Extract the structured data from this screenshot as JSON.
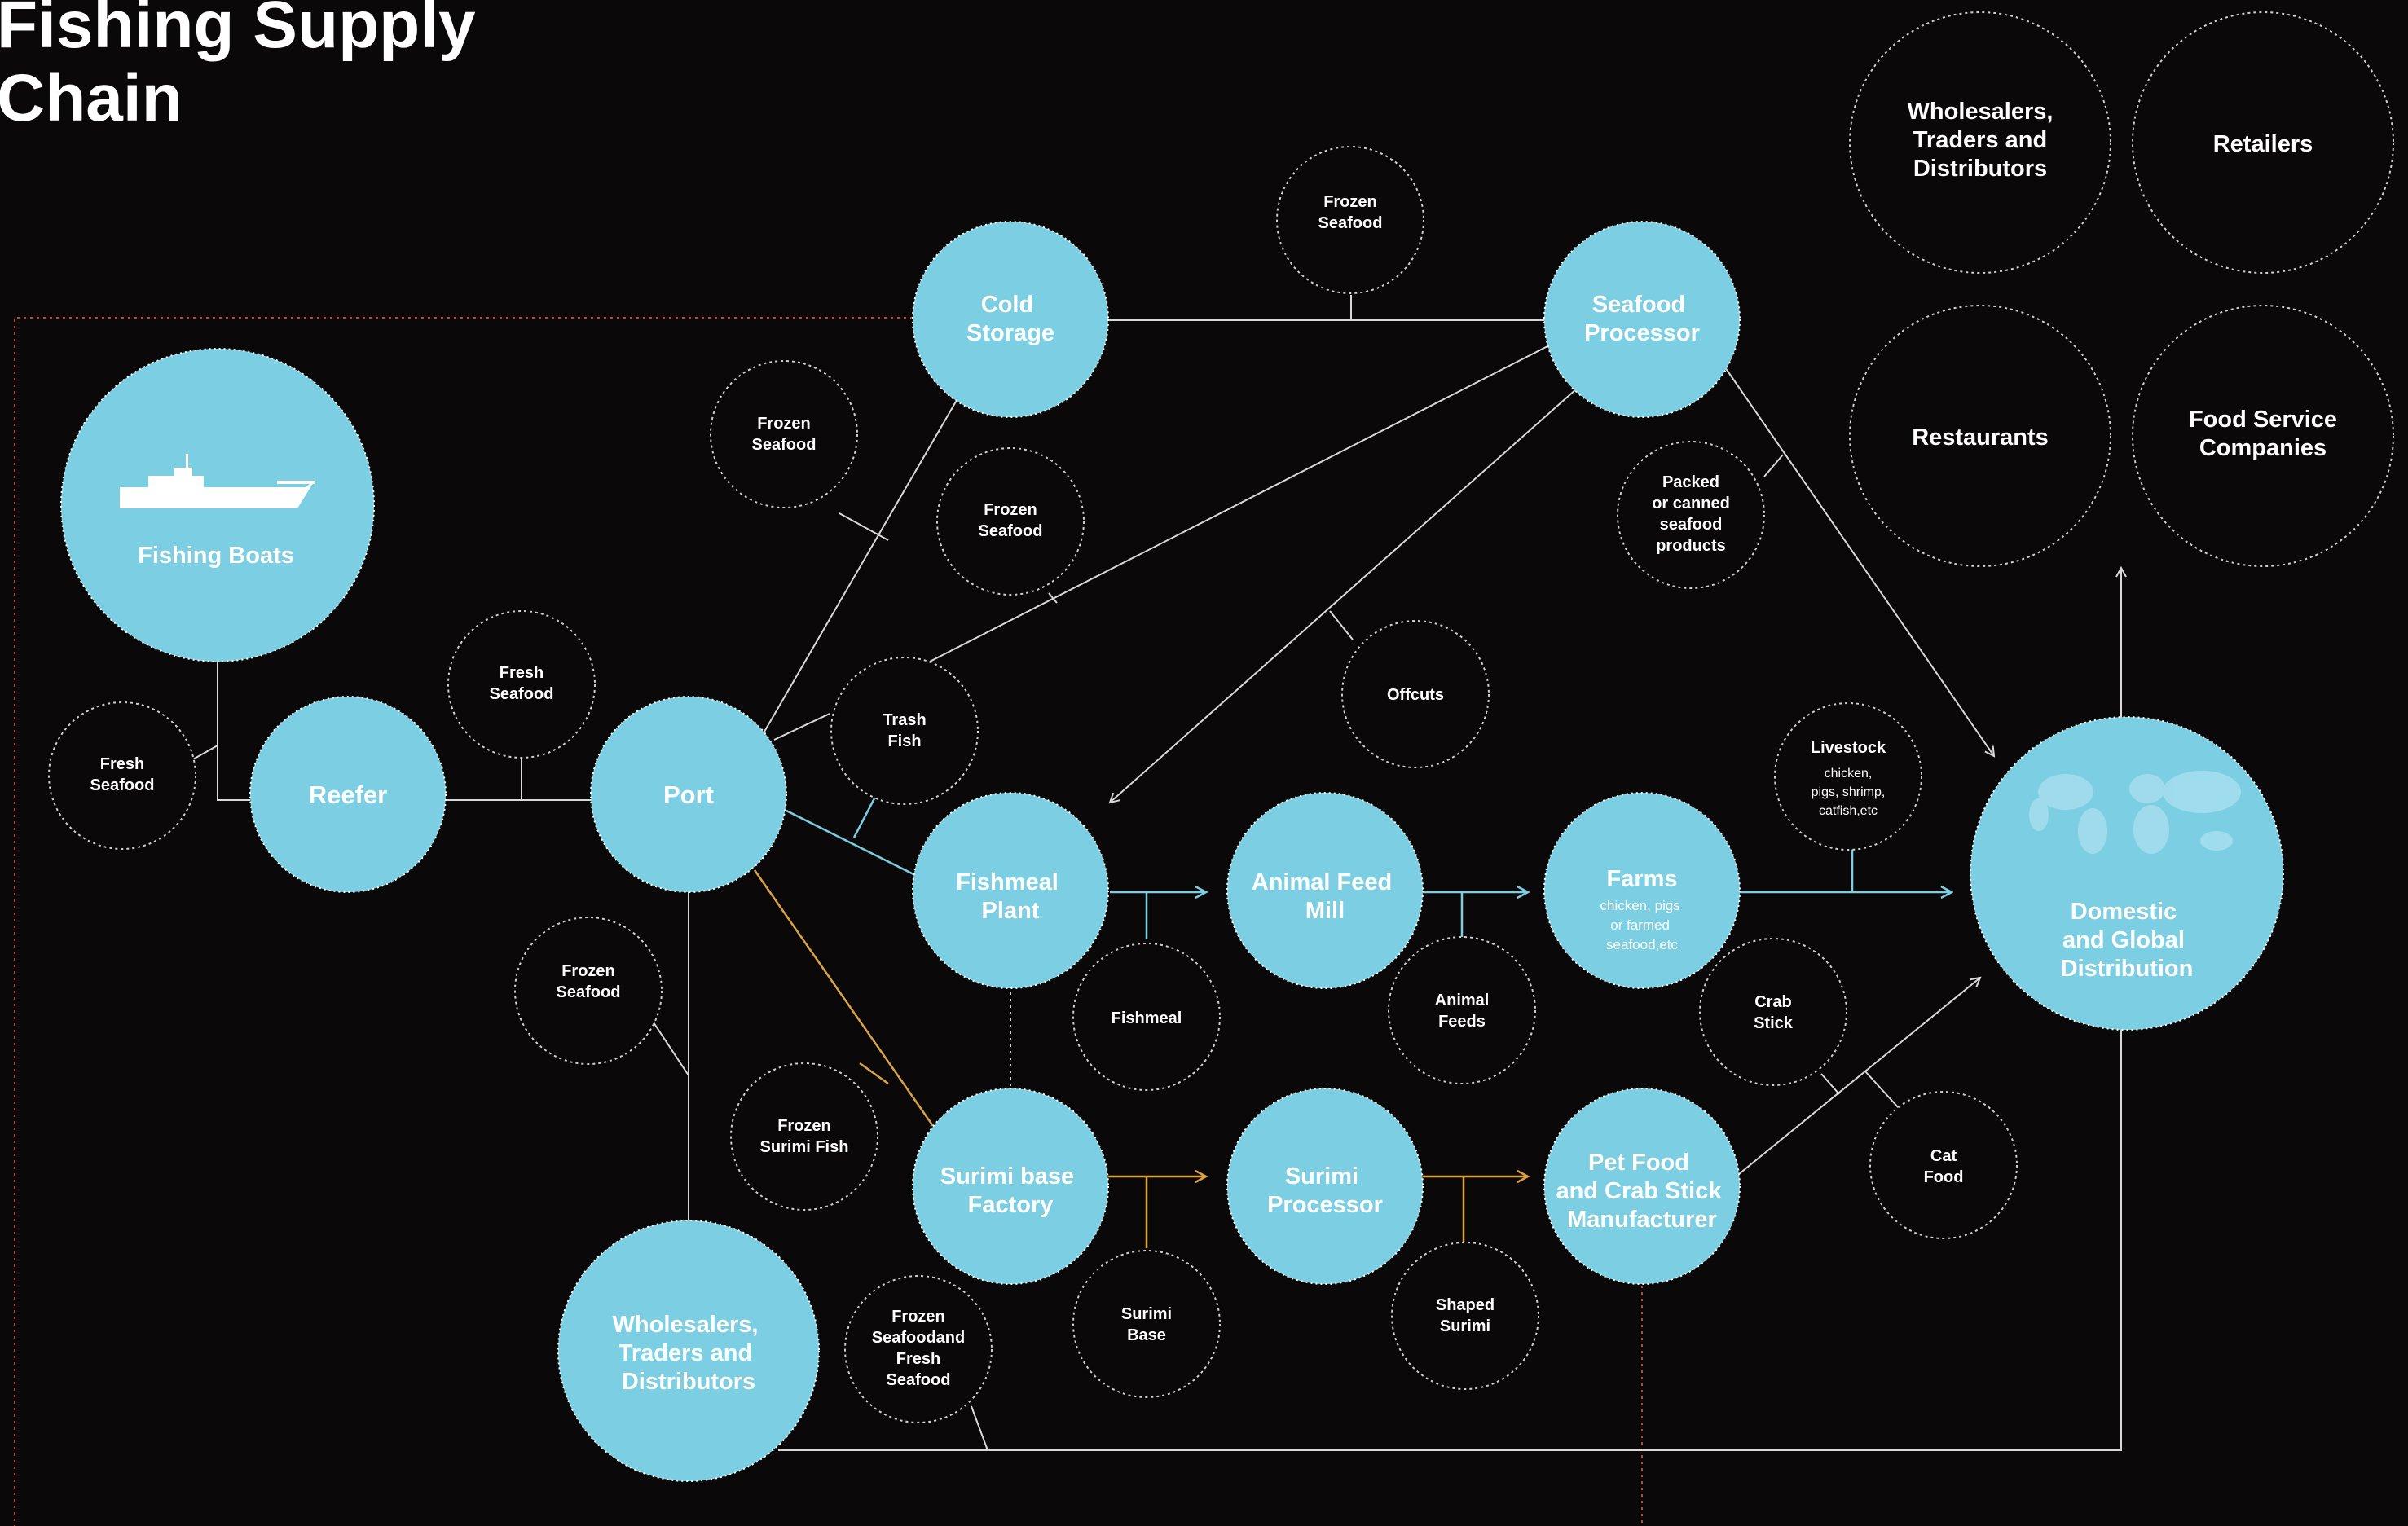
{
  "title": [
    "Fishing Supply",
    "Chain"
  ],
  "colors": {
    "background": "#0a0808",
    "node_fill": "#7ccfe2",
    "line_white": "#d9d9d9",
    "line_blue": "#7ccfe2",
    "line_orange": "#d9a441",
    "frame_orange": "#c0452a",
    "outline_dotted": "#d0d0d0"
  },
  "icons": {
    "boat": "boat-icon",
    "world_map": "world-map-icon"
  },
  "nodes": {
    "fishing_boats": "Fishing Boats",
    "reefer": "Reefer",
    "port": "Port",
    "cold_storage": [
      "Cold",
      "Storage"
    ],
    "seafood_processor": [
      "Seafood",
      "Processor"
    ],
    "fishmeal_plant": [
      "Fishmeal",
      "Plant"
    ],
    "animal_feed_mill": [
      "Animal Feed",
      "Mill"
    ],
    "farms": "Farms",
    "farms_sub": [
      "chicken, pigs",
      "or farmed",
      "seafood,etc"
    ],
    "surimi_base_factory": [
      "Surimi base",
      "Factory"
    ],
    "surimi_processor": [
      "Surimi",
      "Processor"
    ],
    "pet_food_manufacturer": [
      "Pet Food",
      "and Crab Stick",
      "Manufacturer"
    ],
    "wholesalers_bottom": [
      "Wholesalers,",
      "Traders and",
      "Distributors"
    ],
    "domestic_global": [
      "Domestic",
      "and Global",
      "Distribution"
    ]
  },
  "products": {
    "fresh_seafood_left": [
      "Fresh",
      "Seafood"
    ],
    "fresh_seafood_top": [
      "Fresh",
      "Seafood"
    ],
    "frozen_seafood_a": [
      "Frozen",
      "Seafood"
    ],
    "frozen_seafood_b": [
      "Frozen",
      "Seafood"
    ],
    "frozen_seafood_c": [
      "Frozen",
      "Seafood"
    ],
    "frozen_seafood_d": [
      "Frozen",
      "Seafood"
    ],
    "trash_fish": [
      "Trash",
      "Fish"
    ],
    "packed_canned": [
      "Packed",
      "or canned",
      "seafood",
      "products"
    ],
    "offcuts": "Offcuts",
    "livestock": "Livestock",
    "livestock_sub": [
      "chicken,",
      "pigs, shrimp,",
      "catfish,etc"
    ],
    "fishmeal": "Fishmeal",
    "animal_feeds": [
      "Animal",
      "Feeds"
    ],
    "crab_stick": [
      "Crab",
      "Stick"
    ],
    "cat_food": [
      "Cat",
      "Food"
    ],
    "frozen_surimi_fish": [
      "Frozen",
      "Surimi Fish"
    ],
    "surimi_base": [
      "Surimi",
      "Base"
    ],
    "shaped_surimi": [
      "Shaped",
      "Surimi"
    ],
    "frozen_and_fresh": [
      "Frozen",
      "Seafoodand",
      "Fresh",
      "Seafood"
    ]
  },
  "destinations": {
    "wholesalers": [
      "Wholesalers,",
      "Traders and",
      "Distributors"
    ],
    "retailers": "Retailers",
    "restaurants": "Restaurants",
    "food_service": [
      "Food Service",
      "Companies"
    ]
  }
}
